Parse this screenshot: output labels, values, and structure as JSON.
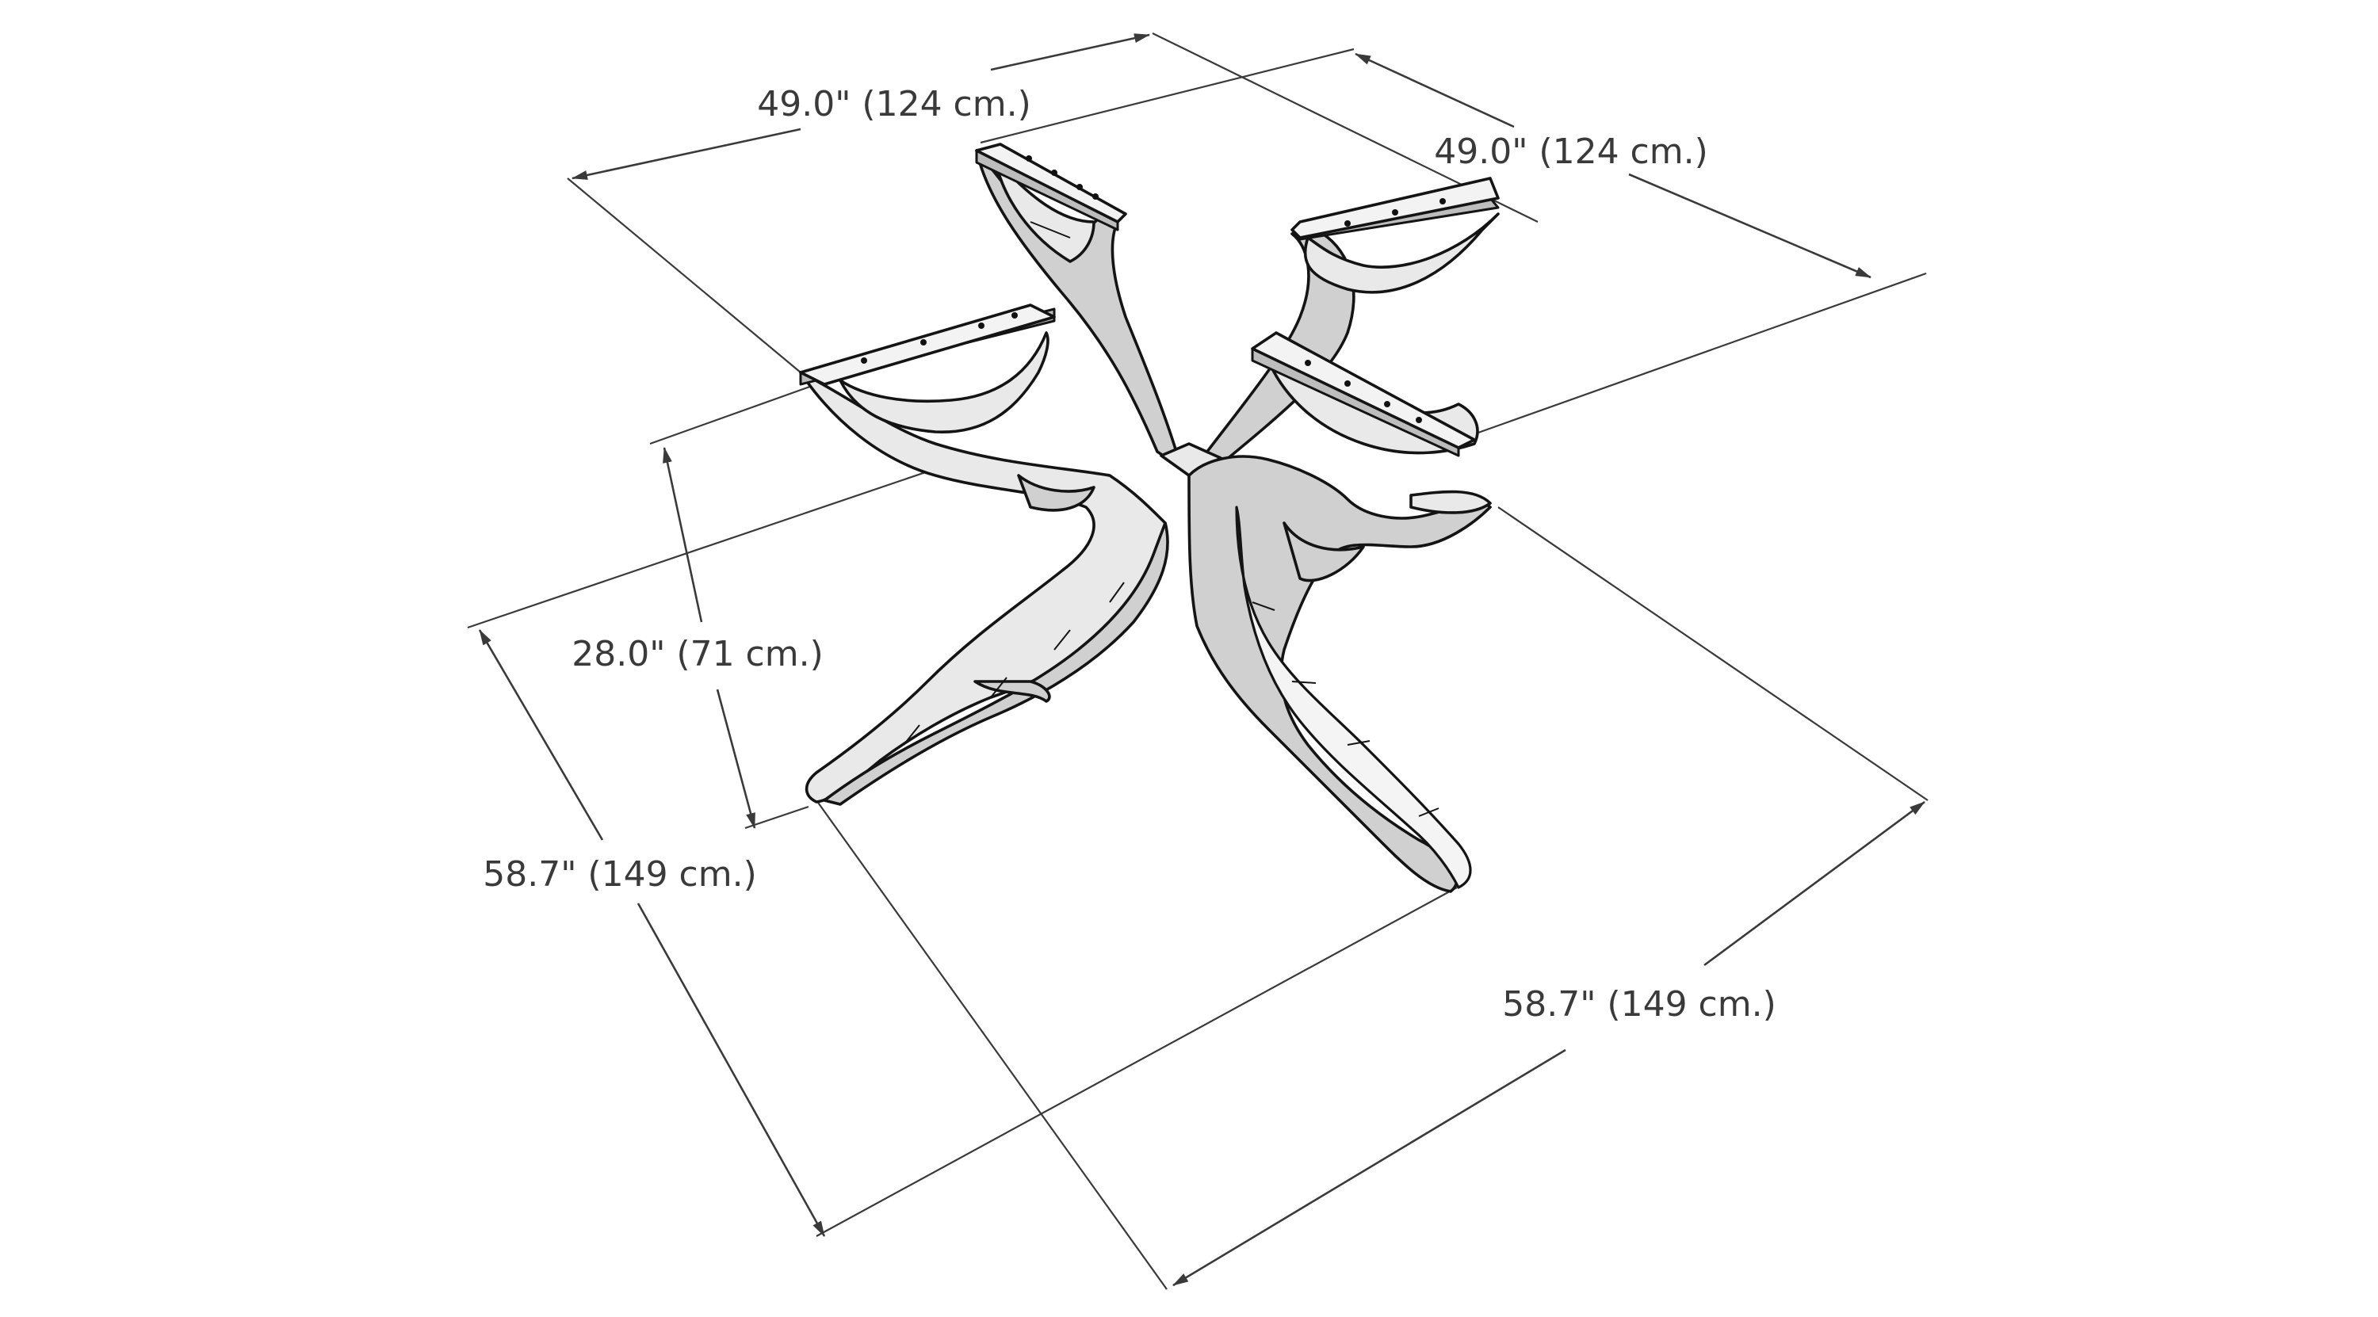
{
  "dimensions": {
    "top_width": "49.0\" (124 cm.)",
    "top_depth": "49.0\" (124 cm.)",
    "height": "28.0\" (71 cm.)",
    "base_left": "58.7\" (149 cm.)",
    "base_right": "58.7\" (149 cm.)"
  },
  "colors": {
    "line": "#3a3a3a",
    "outline": "#141414",
    "metal_shade": "#d0d0d0",
    "metal_light": "#f3f3f3"
  },
  "icons": {
    "arrowhead": "arrowhead-icon",
    "mounting_hole": "mounting-hole-icon"
  }
}
